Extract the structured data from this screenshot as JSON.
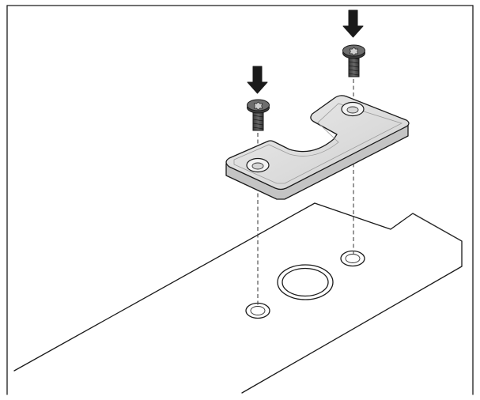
{
  "figure": {
    "frame_color": "#1a1a1a",
    "plate_fill": "#e2e2e2",
    "plate_edge": "#b8b8b8",
    "screw_fill": "#4a4a4a",
    "arrow_color": "#1a1a1a"
  },
  "parts": {
    "bracket": "bracket-plate",
    "screws": [
      "screw-left",
      "screw-right"
    ],
    "arrows": [
      "arrow-down-icon",
      "arrow-down-icon"
    ],
    "holes": [
      "mounting-hole-left",
      "mounting-hole-right"
    ],
    "port": "round-port"
  }
}
